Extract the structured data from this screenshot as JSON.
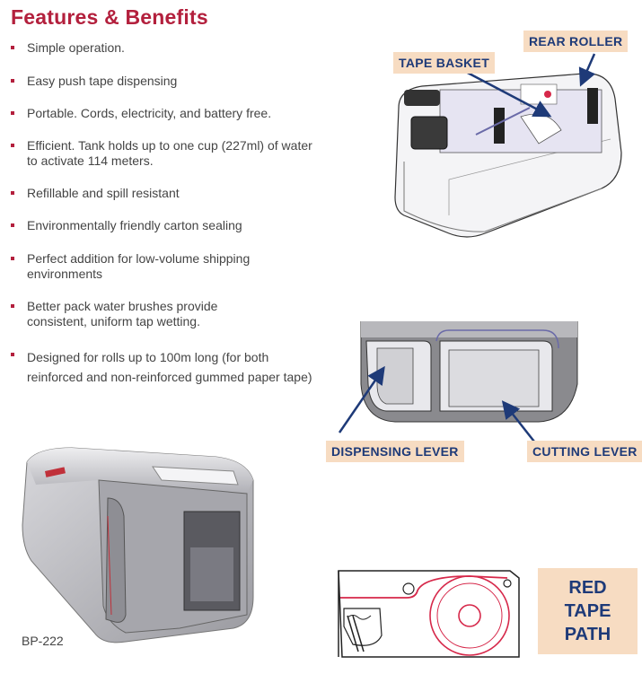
{
  "heading": "Features & Benefits",
  "bullets": [
    "Simple operation.",
    "Easy push tape dispensing",
    "Portable. Cords, electricity, and battery free.",
    "Efficient. Tank holds up to one cup (227ml) of water to activate 114 meters.",
    "Refillable and spill resistant",
    "Environmentally friendly carton sealing",
    "Perfect addition for low-volume shipping environments",
    "Better pack water brushes provide consistent, uniform tap wetting.",
    "Designed for rolls up to 100m long (for both reinforced and non-reinforced gummed paper tape)"
  ],
  "labels": {
    "rear_roller": "REAR ROLLER",
    "tape_basket": "TAPE BASKET",
    "dispensing_lever": "DISPENSING LEVER",
    "cutting_lever": "CUTTING LEVER",
    "red_tape_path": [
      "RED",
      "TAPE",
      "PATH"
    ]
  },
  "model": "BP-222",
  "colors": {
    "heading": "#b3203d",
    "label_bg": "#f7dcc2",
    "label_text": "#1e3a78",
    "arrow": "#1e3a78",
    "tape_path": "#d6284a"
  }
}
